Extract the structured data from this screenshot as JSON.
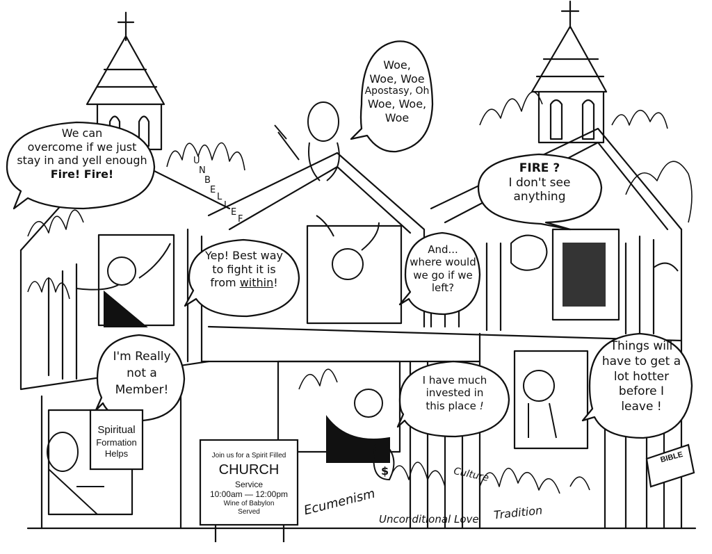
{
  "bubbles": {
    "woe": [
      "Woe,",
      "Woe, Woe",
      "Apostasy, Oh",
      "Woe, Woe,",
      "Woe"
    ],
    "overcome": {
      "l1": "We can",
      "l2": "overcome if we just",
      "l3": "stay in and yell enough",
      "l4": "Fire! Fire!"
    },
    "fire": {
      "l1": "FIRE ?",
      "l2": "I don't see",
      "l3": "anything"
    },
    "yep": {
      "l1": "Yep! Best way",
      "l2": "to fight it is",
      "l3a": "from ",
      "l3b": "within",
      "l3c": "!"
    },
    "where": [
      "And...",
      "where would",
      "we go if we",
      "left?"
    ],
    "member": [
      "I'm Really",
      "not a",
      "Member!"
    ],
    "invested": {
      "l1": "I have much",
      "l2": "invested in",
      "l3": "this place",
      "mark": "!"
    },
    "hotter": [
      "Things will",
      "have to get a",
      "lot hotter",
      "before I",
      "leave !"
    ]
  },
  "signs": {
    "spiritual": [
      "Spiritual",
      "Formation",
      "Helps"
    ],
    "church": {
      "l1": "Join us for a Spirit Filled",
      "l2": "CHURCH",
      "l3": "Service",
      "l4": "10:00am — 12:00pm",
      "l5": "Wine of Babylon",
      "l6": "Served"
    },
    "bible": "BIBLE"
  },
  "labels": {
    "unbelief": [
      "U",
      "N",
      "B",
      "E",
      "L",
      "I",
      "E",
      "F"
    ],
    "ecumenism": "Ecumenism",
    "culture": "Culture",
    "unconditional": "Unconditional Love",
    "tradition": "Tradition",
    "money": "$"
  }
}
